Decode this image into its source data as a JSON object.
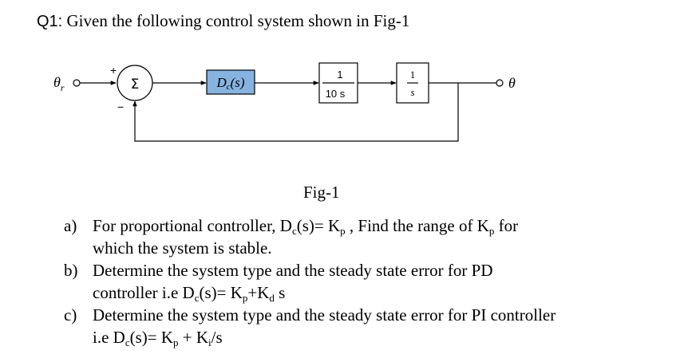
{
  "question": {
    "number": "Q1:",
    "text": "Given the following control system shown in Fig-1"
  },
  "diagram": {
    "input_label": "θ",
    "input_sub": "r",
    "plus_sign": "+",
    "minus_sign": "−",
    "sum_symbol": "Σ",
    "controller": {
      "label": "D",
      "sub": "c",
      "arg": "(s)"
    },
    "block1": {
      "num": "1",
      "den": "10 s"
    },
    "block2": {
      "num": "1",
      "den": "s"
    },
    "output_label": "θ",
    "colors": {
      "controller_fill": "#87b3e0",
      "line": "#000000"
    }
  },
  "figure_caption": "Fig-1",
  "questions": [
    {
      "label": "a)",
      "line1": {
        "t1": "For proportional controller, D",
        "s1": "c",
        "t2": "(s)= K",
        "s2": "p",
        "t3": " , Find the range of K",
        "s3": "p",
        "t4": " for"
      },
      "line2": "which the system is stable."
    },
    {
      "label": "b)",
      "line1": "Determine the system type and the steady state error for PD",
      "line2": {
        "t1": "controller i.e D",
        "s1": "c",
        "t2": "(s)= K",
        "s2": "p",
        "t3": "+K",
        "s3": "d",
        "t4": " s"
      }
    },
    {
      "label": "c)",
      "line1": "Determine the system type and the steady state error for PI controller",
      "line2": {
        "t1": "i.e D",
        "s1": "c",
        "t2": "(s)= K",
        "s2": "p",
        "t3": " + K",
        "s3": "i",
        "t4": "/s"
      }
    }
  ]
}
